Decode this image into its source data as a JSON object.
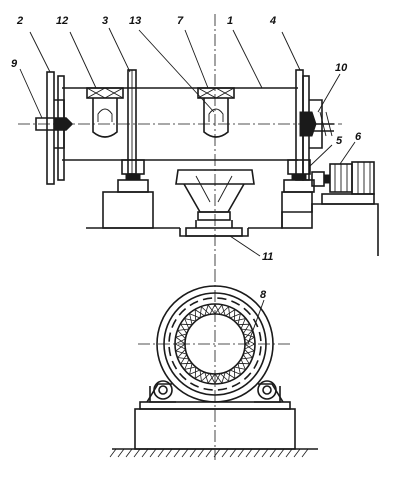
{
  "callouts": {
    "c1": "1",
    "c2": "2",
    "c3": "3",
    "c4": "4",
    "c5": "5",
    "c6": "6",
    "c7": "7",
    "c8": "8",
    "c9": "9",
    "c10": "10",
    "c11": "11",
    "c12": "12",
    "c13": "13"
  },
  "colors": {
    "ink": "#1a1a1a",
    "background": "#ffffff"
  }
}
